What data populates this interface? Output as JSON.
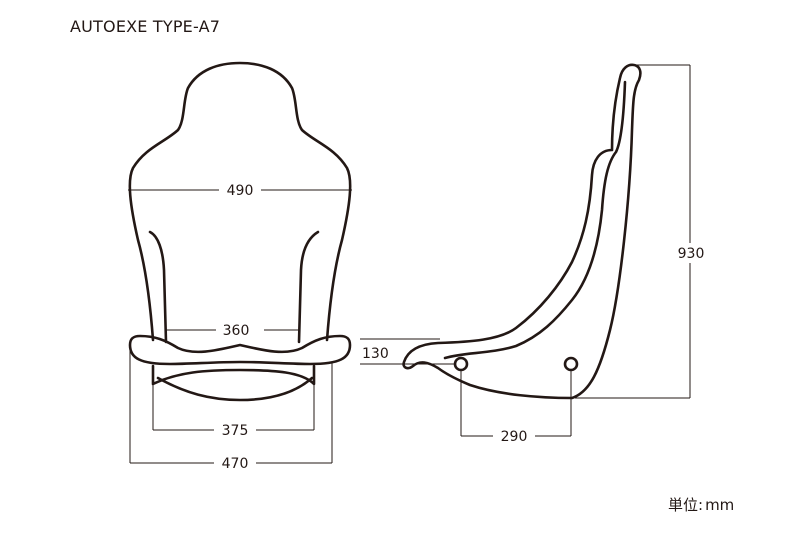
{
  "title": "AUTOEXE TYPE-A7",
  "unit": {
    "label": "単位:",
    "value": "mm"
  },
  "dimensions": {
    "front_width_upper": "490",
    "front_width_mid": "360",
    "front_width_base_inner": "375",
    "front_width_base_outer": "470",
    "side_seat_height": "130",
    "side_mount_pitch": "290",
    "side_total_height": "930"
  }
}
